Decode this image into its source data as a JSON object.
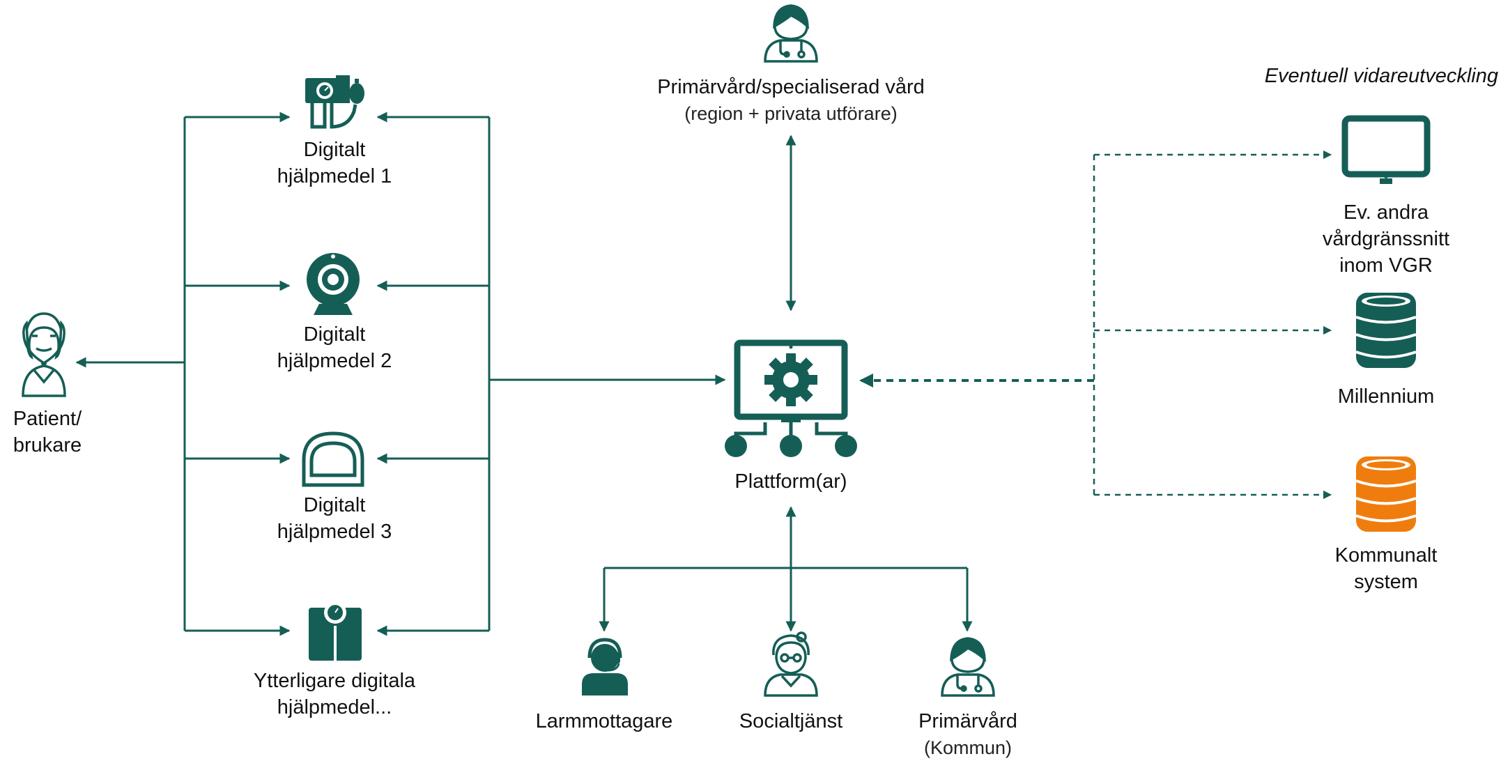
{
  "colors": {
    "primary": "#155e56",
    "accent": "#ef7d0e",
    "text": "#111111"
  },
  "header": {
    "future_note": "Eventuell vidareutveckling"
  },
  "nodes": {
    "patient": {
      "label_line1": "Patient/",
      "label_line2": "brukare",
      "icon": "elderly-patient-icon"
    },
    "aid1": {
      "label_line1": "Digitalt",
      "label_line2": "hjälpmedel 1",
      "icon": "blood-pressure-monitor-icon"
    },
    "aid2": {
      "label_line1": "Digitalt",
      "label_line2": "hjälpmedel 2",
      "icon": "webcam-icon"
    },
    "aid3": {
      "label_line1": "Digitalt",
      "label_line2": "hjälpmedel 3",
      "icon": "medicine-dispenser-icon"
    },
    "aid4": {
      "label_line1": "Ytterligare digitala",
      "label_line2": "hjälpmedel...",
      "icon": "scale-icon"
    },
    "primary_care": {
      "label": "Primärvård/specialiserad vård",
      "sub": "(region + privata utförare)",
      "icon": "doctor-icon"
    },
    "platform": {
      "label": "Plattform(ar)",
      "icon": "platform-gear-icon"
    },
    "alarm": {
      "label": "Larmmottagare",
      "icon": "headset-operator-icon"
    },
    "social": {
      "label": "Socialtjänst",
      "icon": "social-worker-icon"
    },
    "municipal_care": {
      "label": "Primärvård",
      "sub": "(Kommun)",
      "icon": "nurse-icon"
    },
    "other_interfaces": {
      "label_line1": "Ev. andra",
      "label_line2": "vårdgränssnitt",
      "label_line3": "inom VGR",
      "icon": "monitor-icon"
    },
    "millennium": {
      "label": "Millennium",
      "icon": "database-icon"
    },
    "municipal_system": {
      "label_line1": "Kommunalt",
      "label_line2": "system",
      "icon": "database-orange-icon"
    }
  }
}
